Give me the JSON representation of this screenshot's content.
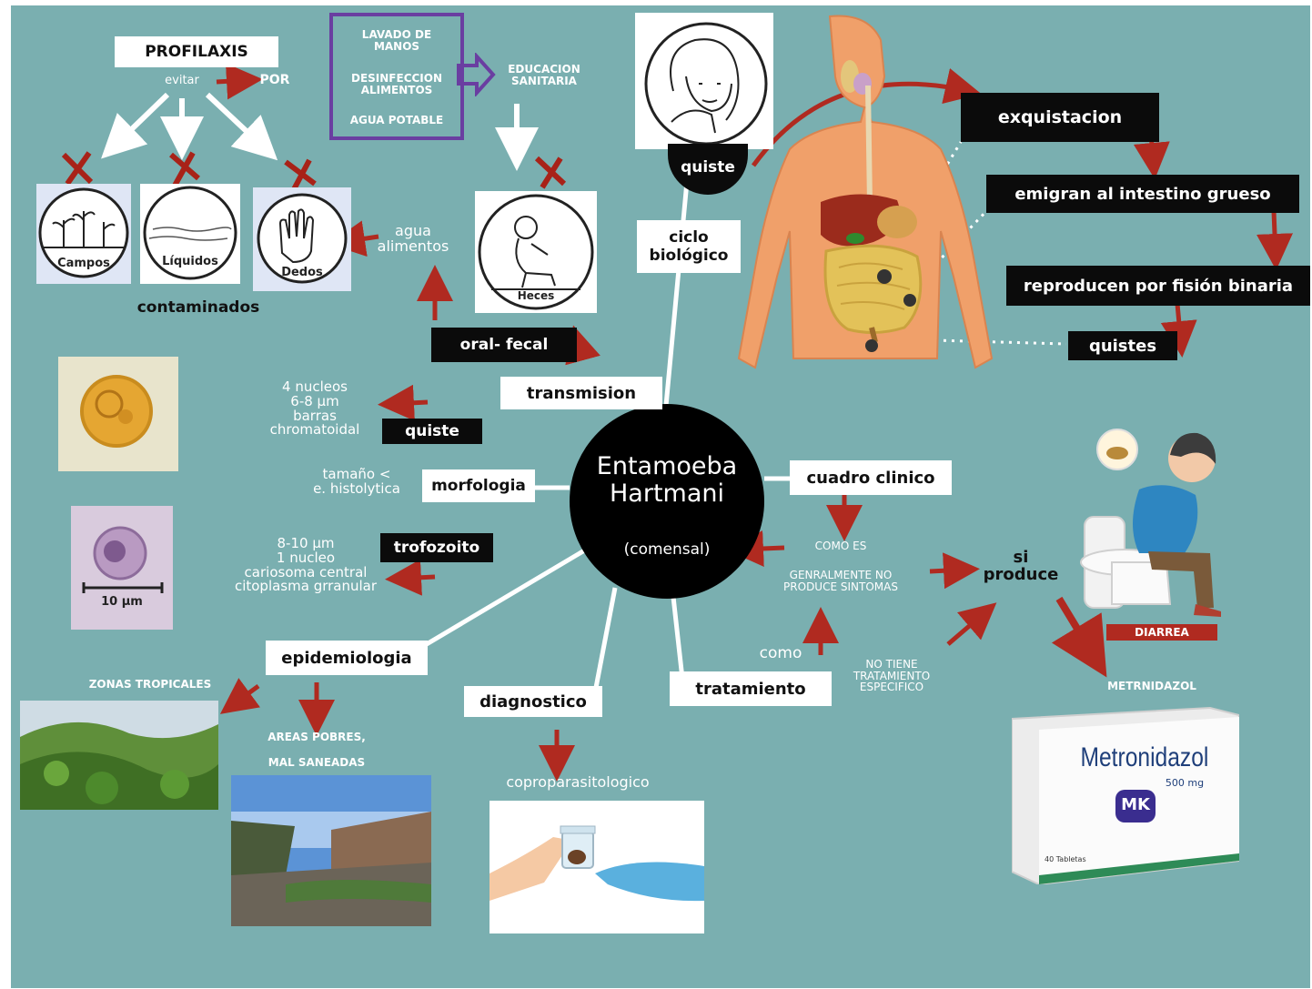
{
  "center": {
    "title_line1": "Entamoeba",
    "title_line2": "Hartmani",
    "subtitle": "(comensal)"
  },
  "profilaxis": {
    "label": "PROFILAXIS",
    "avoid": "evitar",
    "por": "POR",
    "items": [
      "Campos",
      "Líquidos",
      "Dedos"
    ],
    "contaminated": "contaminados"
  },
  "hygiene": {
    "items": [
      "LAVADO DE\nMANOS",
      "DESINFECCION\nALIMENTOS",
      "AGUA POTABLE"
    ],
    "education": "EDUCACION\nSANITARIA",
    "feces_label": "Heces"
  },
  "transmission": {
    "label": "transmision",
    "route": "oral- fecal",
    "vehicle": "agua\nalimentos"
  },
  "morphology": {
    "label": "morfologia",
    "size_note": "tamaño <\ne. histolytica",
    "cyst": {
      "label": "quiste",
      "desc": "4 nucleos\n6-8 µm\nbarras\nchromatoidal"
    },
    "trophozoite": {
      "label": "trofozoito",
      "desc": "8-10 µm\n1 nucleo\ncariosoma central\ncitoplasma grranular",
      "scale": "10 µm"
    }
  },
  "cycle": {
    "label": "ciclo\nbiológico",
    "ingest": "quiste",
    "steps": [
      "exquistacion",
      "emigran al intestino grueso",
      "reproducen por fisión binaria",
      "quistes"
    ]
  },
  "clinical": {
    "label": "cuadro clinico",
    "how": "COMO ES",
    "usually": "GENRALMENTE NO\nPRODUCE SINTOMAS",
    "if_produces": "si\nproduce",
    "symptom": "DIARREA"
  },
  "treatment": {
    "label": "tratamiento",
    "como": "como",
    "none": "NO TIENE\nTRATAMIENTO\nESPECIFICO",
    "drug": "METRNIDAZOL",
    "box_name": "Metronidazol",
    "box_dose": "500 mg",
    "box_logo": "MK",
    "box_count": "40 Tabletas"
  },
  "diagnosis": {
    "label": "diagnostico",
    "method": "coproparasitologico"
  },
  "epidemiology": {
    "label": "epidemiologia",
    "zones": "ZONAS TROPICALES",
    "areas_line1": "AREAS POBRES,",
    "areas_line2": "MAL SANEADAS"
  },
  "colors": {
    "background": "#7aafb0",
    "arrow_red": "#b02a20",
    "arrow_white": "#ffffff",
    "purple_frame": "#6a3ea1"
  }
}
